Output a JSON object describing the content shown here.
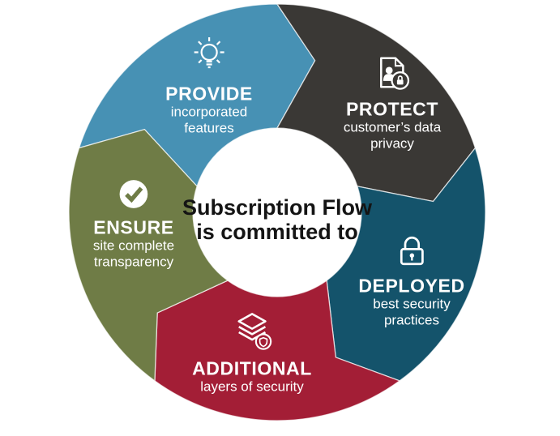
{
  "center": {
    "line1": "Subscription Flow",
    "line2": "is committed to"
  },
  "wheel": {
    "type": "circular-process",
    "flow_direction": "clockwise",
    "segment_count": 5
  },
  "segments": [
    {
      "id": "provide",
      "title": "PROVIDE",
      "sub_lines": [
        "incorporated",
        "features"
      ],
      "icon": "lightbulb-icon",
      "color": "#4791b4"
    },
    {
      "id": "protect",
      "title": "PROTECT",
      "sub_lines": [
        "customer’s data",
        "privacy"
      ],
      "icon": "document-lock-icon",
      "color": "#3a3835"
    },
    {
      "id": "deployed",
      "title": "DEPLOYED",
      "sub_lines": [
        "best security",
        "practices"
      ],
      "icon": "padlock-icon",
      "color": "#14536b"
    },
    {
      "id": "additional",
      "title": "ADDITIONAL",
      "sub_lines": [
        "layers of security"
      ],
      "icon": "security-layers-icon",
      "color": "#a31e36"
    },
    {
      "id": "ensure",
      "title": "ENSURE",
      "sub_lines": [
        "site complete",
        "transparency"
      ],
      "icon": "checkmark-icon",
      "color": "#6f7c46"
    }
  ]
}
